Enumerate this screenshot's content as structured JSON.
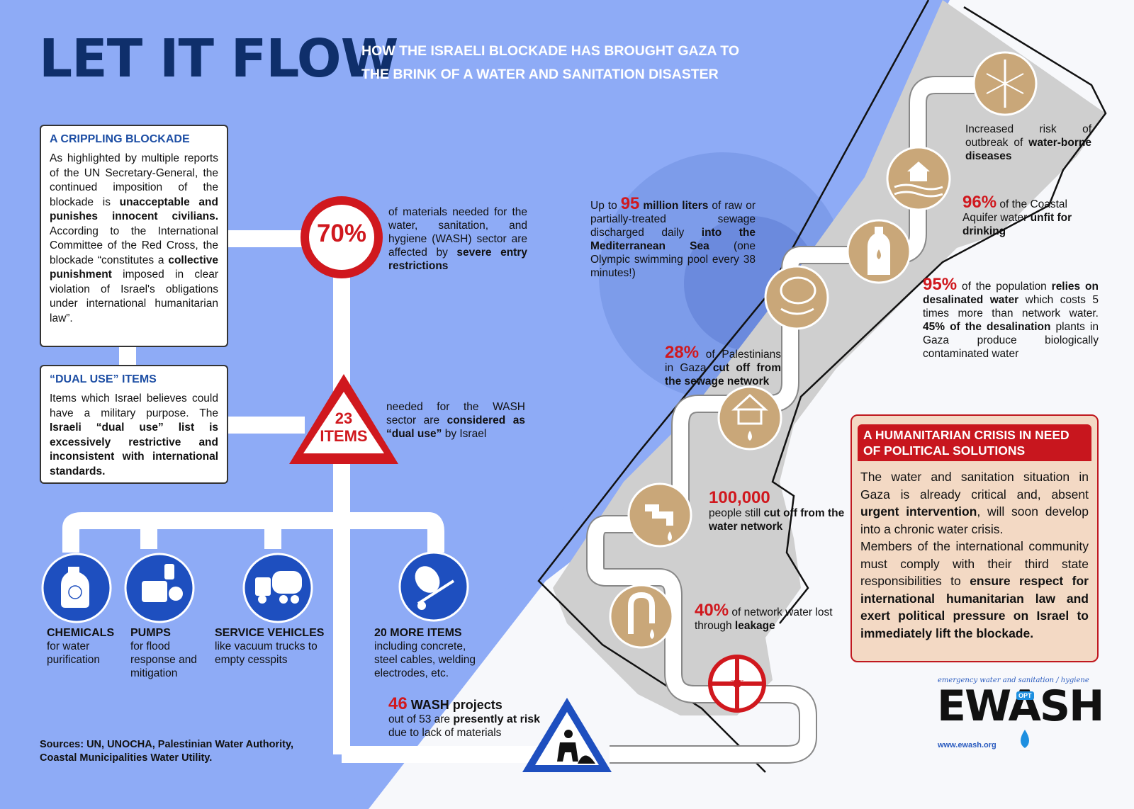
{
  "header": {
    "title": "LET IT FLOW",
    "subtitle_line1": "HOW THE ISRAELI BLOCKADE HAS BROUGHT GAZA TO",
    "subtitle_line2": "THE BRINK OF A WATER AND SANITATION DISASTER"
  },
  "blockade": {
    "heading": "A CRIPPLING BLOCKADE",
    "t1": "As highlighted by multiple reports of the UN Secretary-General, the continued imposition of the blockade is ",
    "b1": "unacceptable and punishes innocent civilians.",
    "t2": " According to the International Committee of the Red Cross, the blockade “constitutes a ",
    "b2": "collective punishment",
    "t3": " imposed in clear violation of Israel's obligations under international humanitarian law”."
  },
  "dual_use": {
    "heading": "“DUAL USE” ITEMS",
    "t1": "Items which Israel believes could have a military purpose. The ",
    "b1": "Israeli “dual use” list is excessively restrictive and inconsistent with international standards."
  },
  "stat70": {
    "value": "70%",
    "t1": "of materials needed for the water, sanitation, and hygiene (WASH) sector are affected by ",
    "b1": "severe entry restrictions"
  },
  "stat23": {
    "value_line1": "23",
    "value_line2": "ITEMS",
    "t1": "needed for the WASH sector are ",
    "b1": "considered as “dual use”",
    "t2": " by Israel"
  },
  "items": [
    {
      "title": "CHEMICALS",
      "desc": "for water purification",
      "icon": "chemical-bottle-icon"
    },
    {
      "title": "PUMPS",
      "desc": "for flood response and mitigation",
      "icon": "pump-icon"
    },
    {
      "title": "SERVICE VEHICLES",
      "desc": "like vacuum trucks to empty cesspits",
      "icon": "truck-icon"
    },
    {
      "title": "20 MORE ITEMS",
      "desc": "including concrete, steel cables, welding electrodes, etc.",
      "icon": "cement-mixer-icon"
    }
  ],
  "wash_projects": {
    "value": "46",
    "b0": " WASH projects",
    "t1": "out of 53 are ",
    "b1": "presently at risk",
    "t2": "due to lack of materials"
  },
  "sources": {
    "line1": "Sources: UN, UNOCHA, Palestinian Water Authority,",
    "line2": "Coastal Municipalities Water Utility."
  },
  "sewage": {
    "t0": "Up to ",
    "value": "95",
    "b1": " million liters",
    "t1": " of raw or partially-treated sewage discharged daily ",
    "b2": "into the Mediterranean Sea",
    "t2": " (one Olympic swimming pool every 38 minutes!)"
  },
  "stat28": {
    "value": "28%",
    "t1": " of Palestinians in Gaza ",
    "b1": "cut off from the sewage network"
  },
  "stat100k": {
    "value": "100,000",
    "t1": "people still ",
    "b1": "cut off from the water network"
  },
  "stat40": {
    "value": "40%",
    "t1": " of network water lost through ",
    "b1": "leakage"
  },
  "disease": {
    "t1": "Increased risk of outbreak of ",
    "b1": "water-borne diseases"
  },
  "stat96": {
    "value": "96%",
    "t1": " of the Coastal Aquifer water ",
    "b1": "unfit for drinking"
  },
  "stat95": {
    "value": "95%",
    "t1": " of the population ",
    "b1": "relies on desalinated water",
    "t2": " which costs 5 times more than network water. ",
    "b2": "45% of the desalination",
    "t3": " plants in Gaza produce biologically contaminated water"
  },
  "crisis": {
    "heading": "A HUMANITARIAN CRISIS IN NEED OF POLITICAL SOLUTIONS",
    "p1a": "The water and sanitation situation in Gaza is already critical and, absent ",
    "p1b": "urgent intervention",
    "p1c": ", will soon develop into a chronic water crisis.",
    "p2a": "Members of the international community must comply with their third state responsibilities to ",
    "p2b": "ensure respect for international humanitarian law and exert political pressure on Israel to immediately lift the blockade."
  },
  "logo": {
    "tagline": "emergency water and sanitation / hygiene",
    "name": "EWASH",
    "badge": "OPT",
    "url": "www.ewash.org"
  },
  "valve_label": "ON OFF",
  "colors": {
    "background": "#8eabf6",
    "title": "#0f2f6b",
    "accent_red": "#d0181e",
    "icon_blue": "#1e4fbf",
    "icon_tan": "#c9a779",
    "gaza_gray": "#cfcfcf",
    "crisis_box": "#f3d9c4"
  }
}
